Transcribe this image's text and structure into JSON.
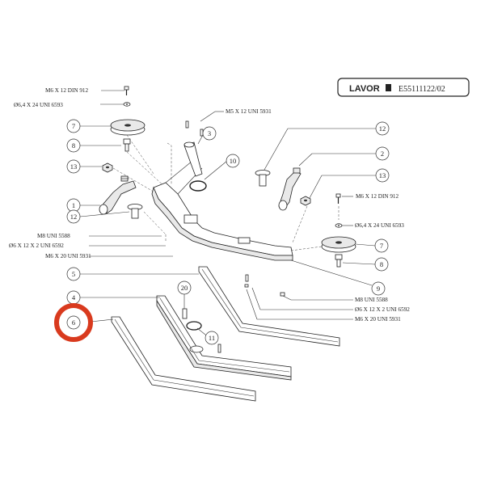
{
  "brand": {
    "logo_text": "LAVOR",
    "code": "E55111122/02"
  },
  "labels": {
    "m6x12_din912_top": "M6 X 12 DIN 912",
    "washer_top": "Ø6,4 X 24 UNI 6593",
    "m5x12": "M5 X 12 UNI 5931",
    "m8_left": "M8 UNI 5588",
    "washer_left": "Ø6 X 12 X 2 UNI 6592",
    "m6x20_left": "M6 X 20 UNI 5931",
    "m6x12_din912_right": "M6 X 12 DIN 912",
    "washer_right": "Ø6,4 X 24 UNI 6593",
    "m8_right": "M8 UNI 5588",
    "washer_right2": "Ø6 X 12 X 2 UNI 6592",
    "m6x20_right": "M6 X 20 UNI 5931"
  },
  "callouts": [
    "1",
    "2",
    "3",
    "4",
    "5",
    "6",
    "7",
    "7",
    "8",
    "8",
    "9",
    "10",
    "11",
    "12",
    "12",
    "13",
    "13",
    "20"
  ],
  "highlight": {
    "callout": "6",
    "color": "#d93a1e"
  },
  "colors": {
    "line": "#333333",
    "highlight": "#d93a1e"
  }
}
